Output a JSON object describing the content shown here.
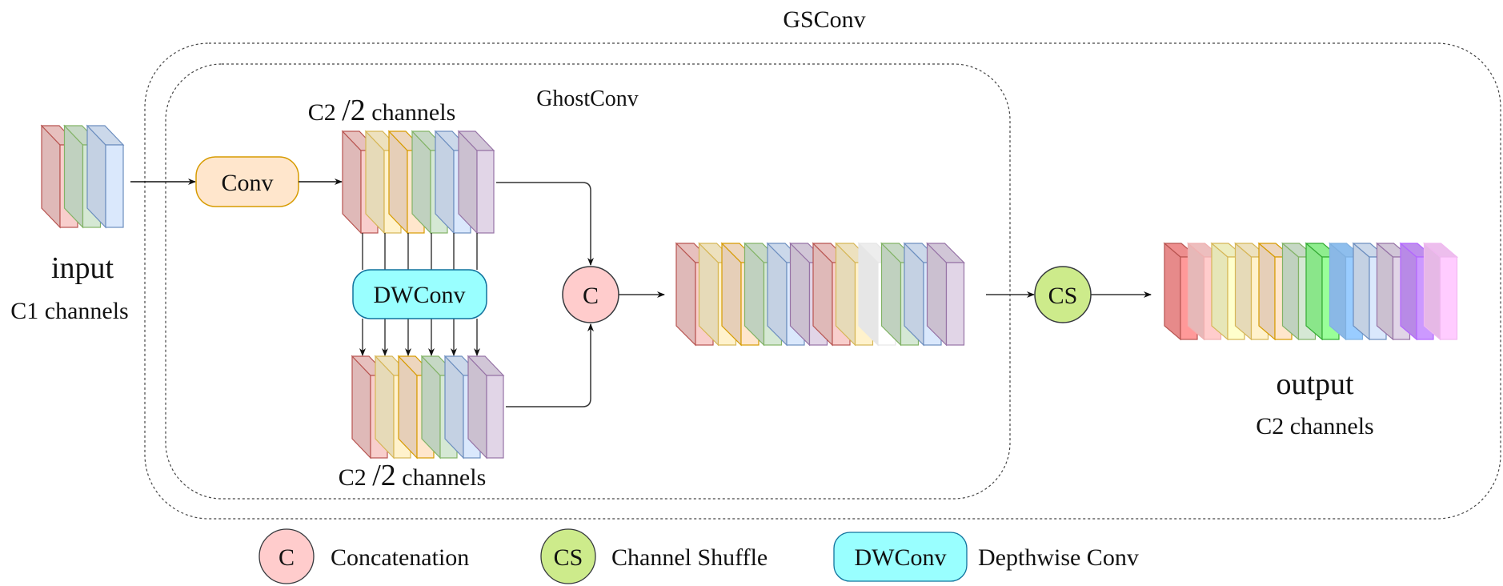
{
  "title": "GSConv",
  "ghost_title": "GhostConv",
  "input": {
    "label": "input",
    "sublabel": "C1 channels",
    "slabs": [
      "red",
      "green",
      "blue"
    ]
  },
  "conv": {
    "label": "Conv"
  },
  "top_block": {
    "label_prefix": "C2 ",
    "label_frac": "/2",
    "label_suffix": " channels",
    "slabs": [
      "red",
      "yellow",
      "orange",
      "green",
      "blue",
      "purple"
    ]
  },
  "dwconv": {
    "label": "DWConv"
  },
  "bottom_block": {
    "label_prefix": "C2 ",
    "label_frac": "/2",
    "label_suffix": " channels",
    "slabs": [
      "red",
      "yellow",
      "orange",
      "green",
      "blue",
      "purple"
    ]
  },
  "concat_node": {
    "label": "C"
  },
  "concat_block": {
    "slabs": [
      "red",
      "yellow",
      "orange",
      "green",
      "blue",
      "purple",
      "red",
      "yellow",
      "white",
      "green",
      "blue",
      "purple"
    ]
  },
  "shuffle_node": {
    "label": "CS"
  },
  "output": {
    "label": "output",
    "sublabel": "C2 channels",
    "slabs": [
      "strongred",
      "pink",
      "lightyellow",
      "yellow",
      "orange",
      "green",
      "brightgreen",
      "strongblue",
      "blue",
      "purple",
      "violet",
      "lightpink"
    ]
  },
  "legend": [
    {
      "symbol": "C",
      "text": "Concatenation",
      "shape": "circle",
      "color": "#ffcccc"
    },
    {
      "symbol": "CS",
      "text": "Channel Shuffle",
      "shape": "circle",
      "color": "#cdeb8b"
    },
    {
      "symbol": "DWConv",
      "text": "Depthwise Conv",
      "shape": "rounded-rect",
      "color": "#99ffff"
    }
  ],
  "palette": {
    "red": {
      "fill": "#f8cecc",
      "stroke": "#b85450"
    },
    "green": {
      "fill": "#d5e8d4",
      "stroke": "#82b366"
    },
    "blue": {
      "fill": "#dae8fc",
      "stroke": "#6c8ebf"
    },
    "yellow": {
      "fill": "#fff2cc",
      "stroke": "#d6b656"
    },
    "orange": {
      "fill": "#ffe6cc",
      "stroke": "#d79b00"
    },
    "purple": {
      "fill": "#e1d5e7",
      "stroke": "#9673a6"
    },
    "white": {
      "fill": "#ffffff",
      "stroke": "#e6e6e6"
    },
    "strongred": {
      "fill": "#ff9999",
      "stroke": "#b85450"
    },
    "pink": {
      "fill": "#ffcccc",
      "stroke": "#f0b0b0"
    },
    "lightyellow": {
      "fill": "#ffffcc",
      "stroke": "#d6b656"
    },
    "brightgreen": {
      "fill": "#99ff99",
      "stroke": "#33aa33"
    },
    "strongblue": {
      "fill": "#99ccff",
      "stroke": "#7fb0e0"
    },
    "violet": {
      "fill": "#cc99ff",
      "stroke": "#b366ff"
    },
    "lightpink": {
      "fill": "#ffccff",
      "stroke": "#f0b8f0"
    }
  }
}
